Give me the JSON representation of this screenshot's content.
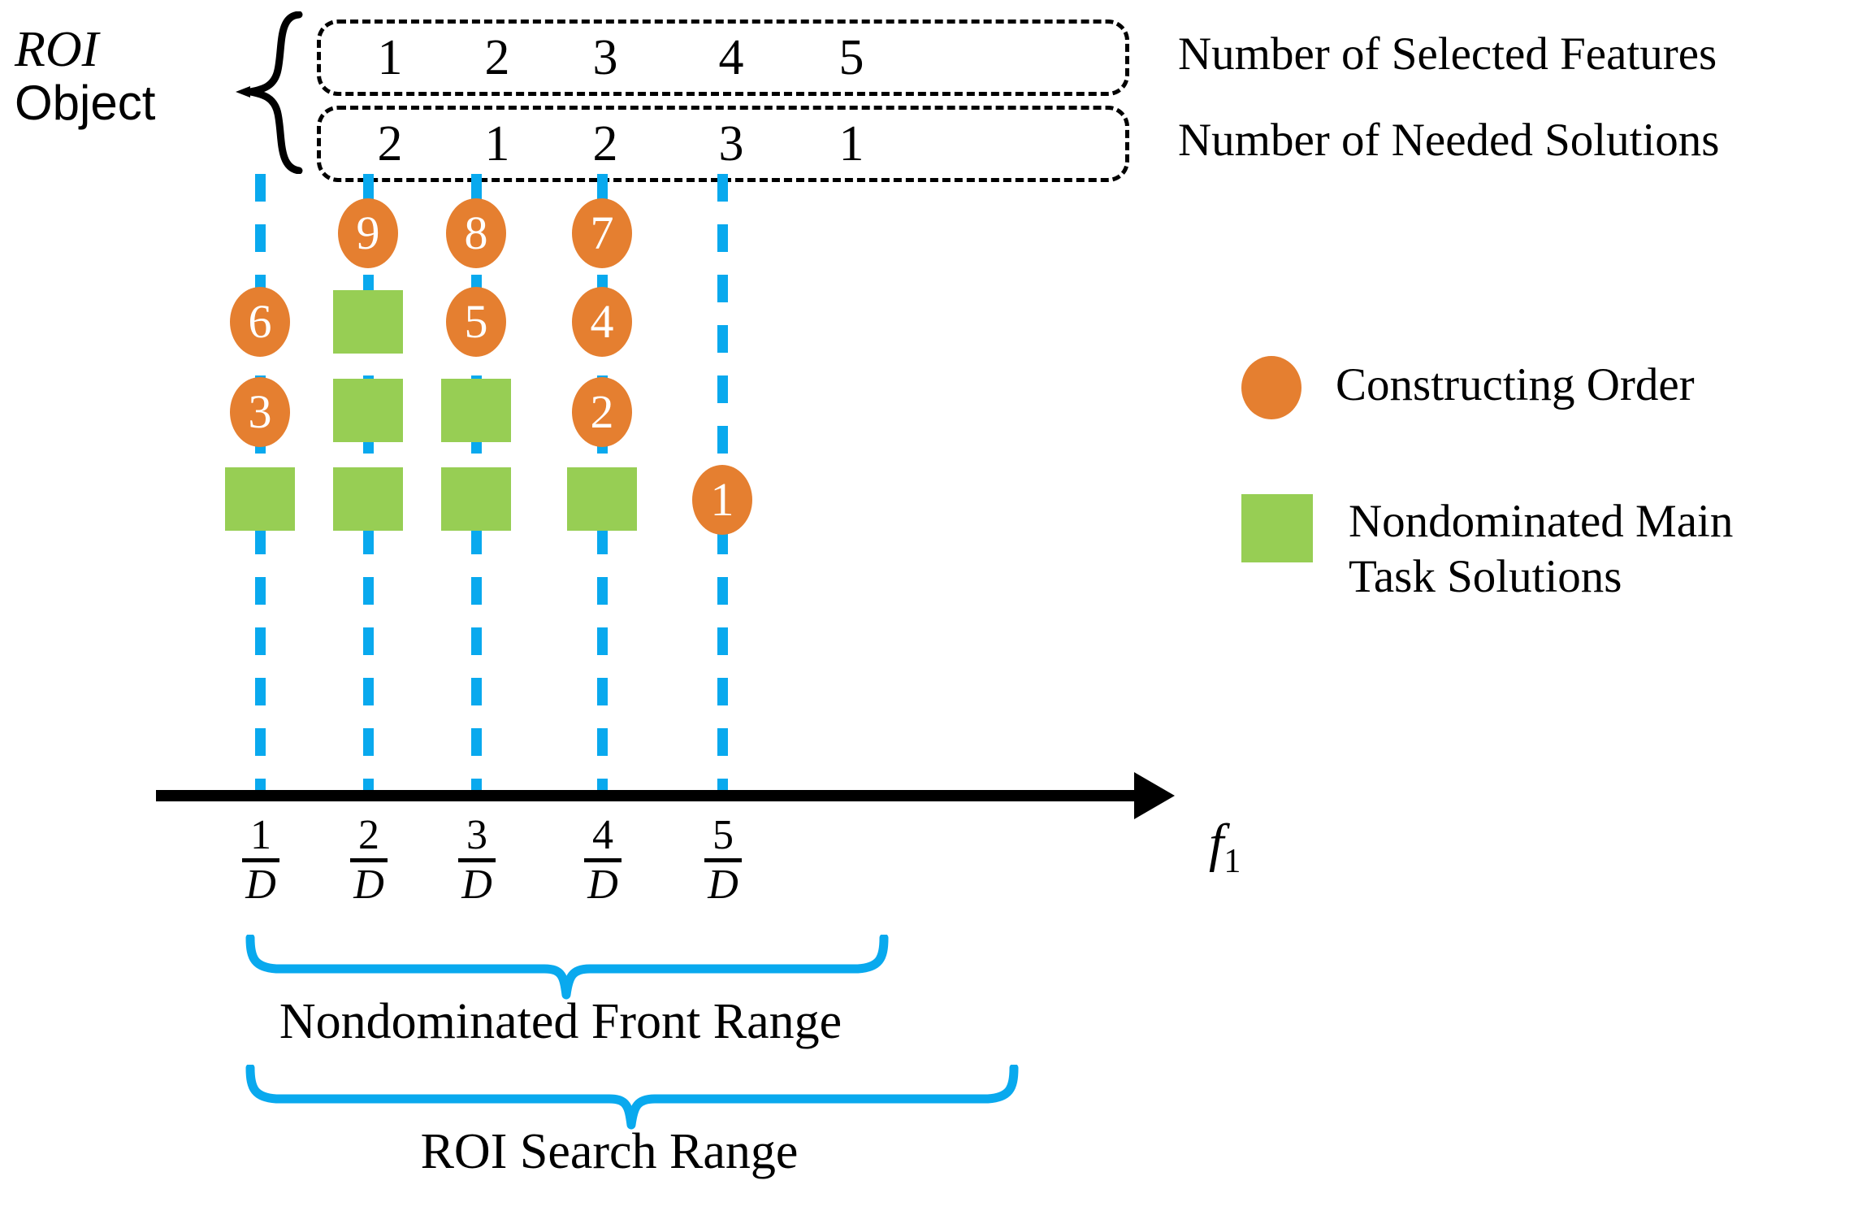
{
  "roi_object": {
    "line1": "ROI",
    "line2": "Object"
  },
  "boxes": {
    "features": {
      "label": "Number of Selected Features",
      "values": [
        "1",
        "2",
        "3",
        "4",
        "5"
      ]
    },
    "solutions": {
      "label": "Number of Needed Solutions",
      "values": [
        "2",
        "1",
        "2",
        "3",
        "1"
      ]
    }
  },
  "legend": {
    "order": {
      "label": "Constructing Order",
      "color": "#E57F30",
      "shape": "circle"
    },
    "nondominated": {
      "label": "Nondominated Main\nTask Solutions",
      "line1": "Nondominated Main",
      "line2": "Task Solutions",
      "color": "#97CE54",
      "shape": "square"
    }
  },
  "axis": {
    "variable": "f",
    "subscript": "1",
    "ticks": [
      {
        "num": "1",
        "den": "D"
      },
      {
        "num": "2",
        "den": "D"
      },
      {
        "num": "3",
        "den": "D"
      },
      {
        "num": "4",
        "den": "D"
      },
      {
        "num": "5",
        "den": "D"
      }
    ]
  },
  "braces": {
    "nondominated_front_range": "Nondominated Front Range",
    "roi_search_range": "ROI Search Range"
  },
  "colors": {
    "orange": "#E57F30",
    "green": "#97CE54",
    "blue": "#09A9EE",
    "black": "#000000"
  },
  "chart_data": {
    "type": "scatter",
    "title": "",
    "xlabel": "f1",
    "ylabel": "",
    "grid": false,
    "legend_position": "right",
    "categories": [
      "1/D",
      "2/D",
      "3/D",
      "4/D",
      "5/D"
    ],
    "number_of_selected_features": [
      1,
      2,
      3,
      4,
      5
    ],
    "number_of_needed_solutions": [
      2,
      1,
      2,
      3,
      1
    ],
    "columns": [
      {
        "x": "1/D",
        "markers": [
          {
            "level": 1,
            "type": "square",
            "label": ""
          },
          {
            "level": 2,
            "type": "circle",
            "label": "3"
          },
          {
            "level": 3,
            "type": "circle",
            "label": "6"
          },
          {
            "level": 4,
            "type": "none",
            "label": ""
          }
        ]
      },
      {
        "x": "2/D",
        "markers": [
          {
            "level": 1,
            "type": "square",
            "label": ""
          },
          {
            "level": 2,
            "type": "square",
            "label": ""
          },
          {
            "level": 3,
            "type": "square",
            "label": ""
          },
          {
            "level": 4,
            "type": "circle",
            "label": "9"
          }
        ]
      },
      {
        "x": "3/D",
        "markers": [
          {
            "level": 1,
            "type": "square",
            "label": ""
          },
          {
            "level": 2,
            "type": "square",
            "label": ""
          },
          {
            "level": 3,
            "type": "circle",
            "label": "5"
          },
          {
            "level": 4,
            "type": "circle",
            "label": "8"
          }
        ]
      },
      {
        "x": "4/D",
        "markers": [
          {
            "level": 1,
            "type": "square",
            "label": ""
          },
          {
            "level": 2,
            "type": "circle",
            "label": "2"
          },
          {
            "level": 3,
            "type": "circle",
            "label": "4"
          },
          {
            "level": 4,
            "type": "circle",
            "label": "7"
          }
        ]
      },
      {
        "x": "5/D",
        "markers": [
          {
            "level": 1,
            "type": "circle",
            "label": "1"
          },
          {
            "level": 2,
            "type": "none",
            "label": ""
          },
          {
            "level": 3,
            "type": "none",
            "label": ""
          },
          {
            "level": 4,
            "type": "none",
            "label": ""
          }
        ]
      }
    ],
    "constructing_order_sequence": [
      "1",
      "2",
      "3",
      "4",
      "5",
      "6",
      "7",
      "8",
      "9"
    ],
    "annotations": [
      "Nondominated Front Range",
      "ROI Search Range"
    ]
  }
}
